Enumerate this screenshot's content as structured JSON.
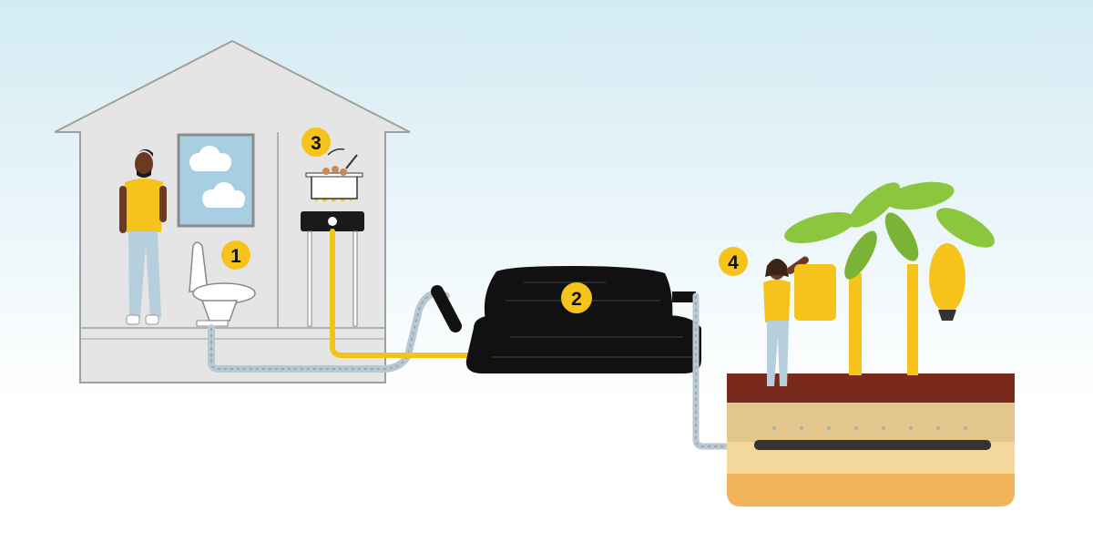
{
  "colors": {
    "sky_top": "#d6ecf3",
    "sky_bottom": "#ffffff",
    "house_wall": "#e4e4e4",
    "house_outline": "#9a9a9a",
    "badge_yellow": "#f6c31b",
    "digester_black": "#111111",
    "gas_pipe": "#f2c318",
    "water_pipe": "#b8c7d0",
    "soil_top": "#7a2a1c",
    "soil_gravel": "#e3c58e",
    "soil_sand": "#f4d79a",
    "soil_deep": "#f0b35a",
    "leaf_green": "#8cc63f",
    "shirt_yellow": "#f6c31b",
    "jeans_blue": "#b6cfdc"
  },
  "steps": [
    {
      "number": "1",
      "label": "toilet"
    },
    {
      "number": "2",
      "label": "biodigester"
    },
    {
      "number": "3",
      "label": "stove"
    },
    {
      "number": "4",
      "label": "garden"
    }
  ],
  "icons": {
    "man": "person-icon",
    "woman": "person-icon",
    "toilet": "toilet-icon",
    "stove": "stove-icon",
    "pot": "cooking-pot-icon",
    "digester": "biodigester-icon",
    "plant": "banana-plant-icon",
    "cloud": "cloud-icon"
  }
}
